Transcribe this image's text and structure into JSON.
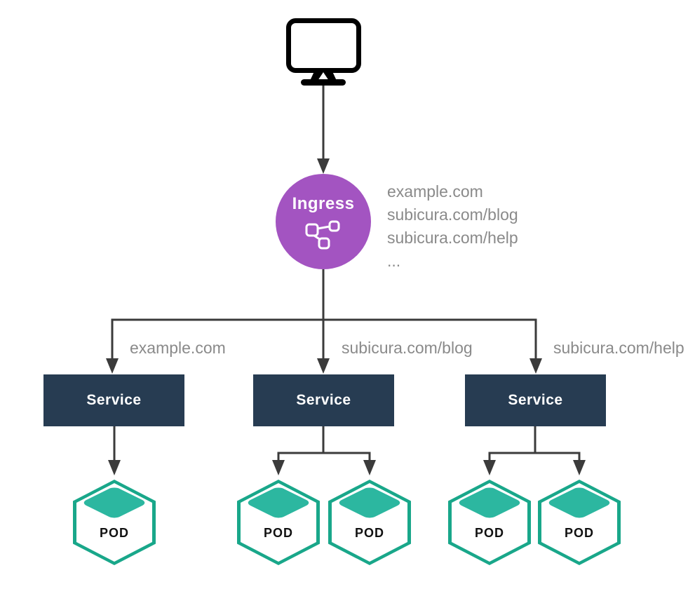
{
  "colors": {
    "arrow": "#3b3b3b",
    "ingress": "#a354c1",
    "service_bg": "#273c52",
    "pod_border": "#19a78a",
    "pod_diamond": "#2cb7a0",
    "muted_text": "#8a8a8a"
  },
  "client": {
    "icon": "monitor-icon"
  },
  "ingress": {
    "label": "Ingress",
    "icon": "ingress-routing-icon",
    "routes": [
      "example.com",
      "subicura.com/blog",
      "subicura.com/help",
      "..."
    ]
  },
  "branches": [
    {
      "rule": "example.com",
      "service_label": "Service",
      "pods": [
        {
          "label": "POD"
        }
      ]
    },
    {
      "rule": "subicura.com/blog",
      "service_label": "Service",
      "pods": [
        {
          "label": "POD"
        },
        {
          "label": "POD"
        }
      ]
    },
    {
      "rule": "subicura.com/help",
      "service_label": "Service",
      "pods": [
        {
          "label": "POD"
        },
        {
          "label": "POD"
        }
      ]
    }
  ]
}
